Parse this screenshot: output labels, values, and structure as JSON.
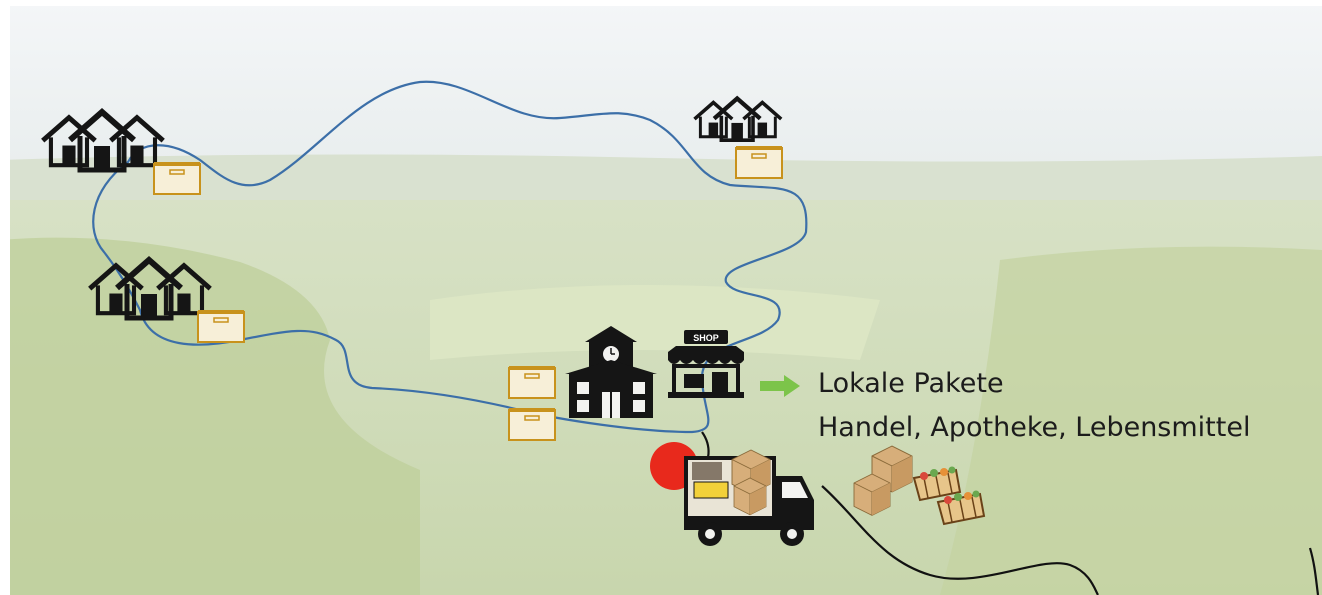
{
  "caption": {
    "line1": "Lokale Pakete",
    "line2": "Handel, Apotheke, Lebensmittel"
  },
  "shop_sign": "SHOP",
  "colors": {
    "route": "#3c6fa8",
    "road": "#111111",
    "parcel_outline": "#c8921c",
    "arrow": "#7cc44a",
    "marker": "#e8291c",
    "icons": "#151515"
  },
  "icons": [
    "house-group-icon",
    "parcel-icon",
    "school-icon",
    "shop-icon",
    "arrow-right-icon",
    "delivery-truck-icon",
    "cardboard-box-icon",
    "basket-icon",
    "location-marker"
  ]
}
